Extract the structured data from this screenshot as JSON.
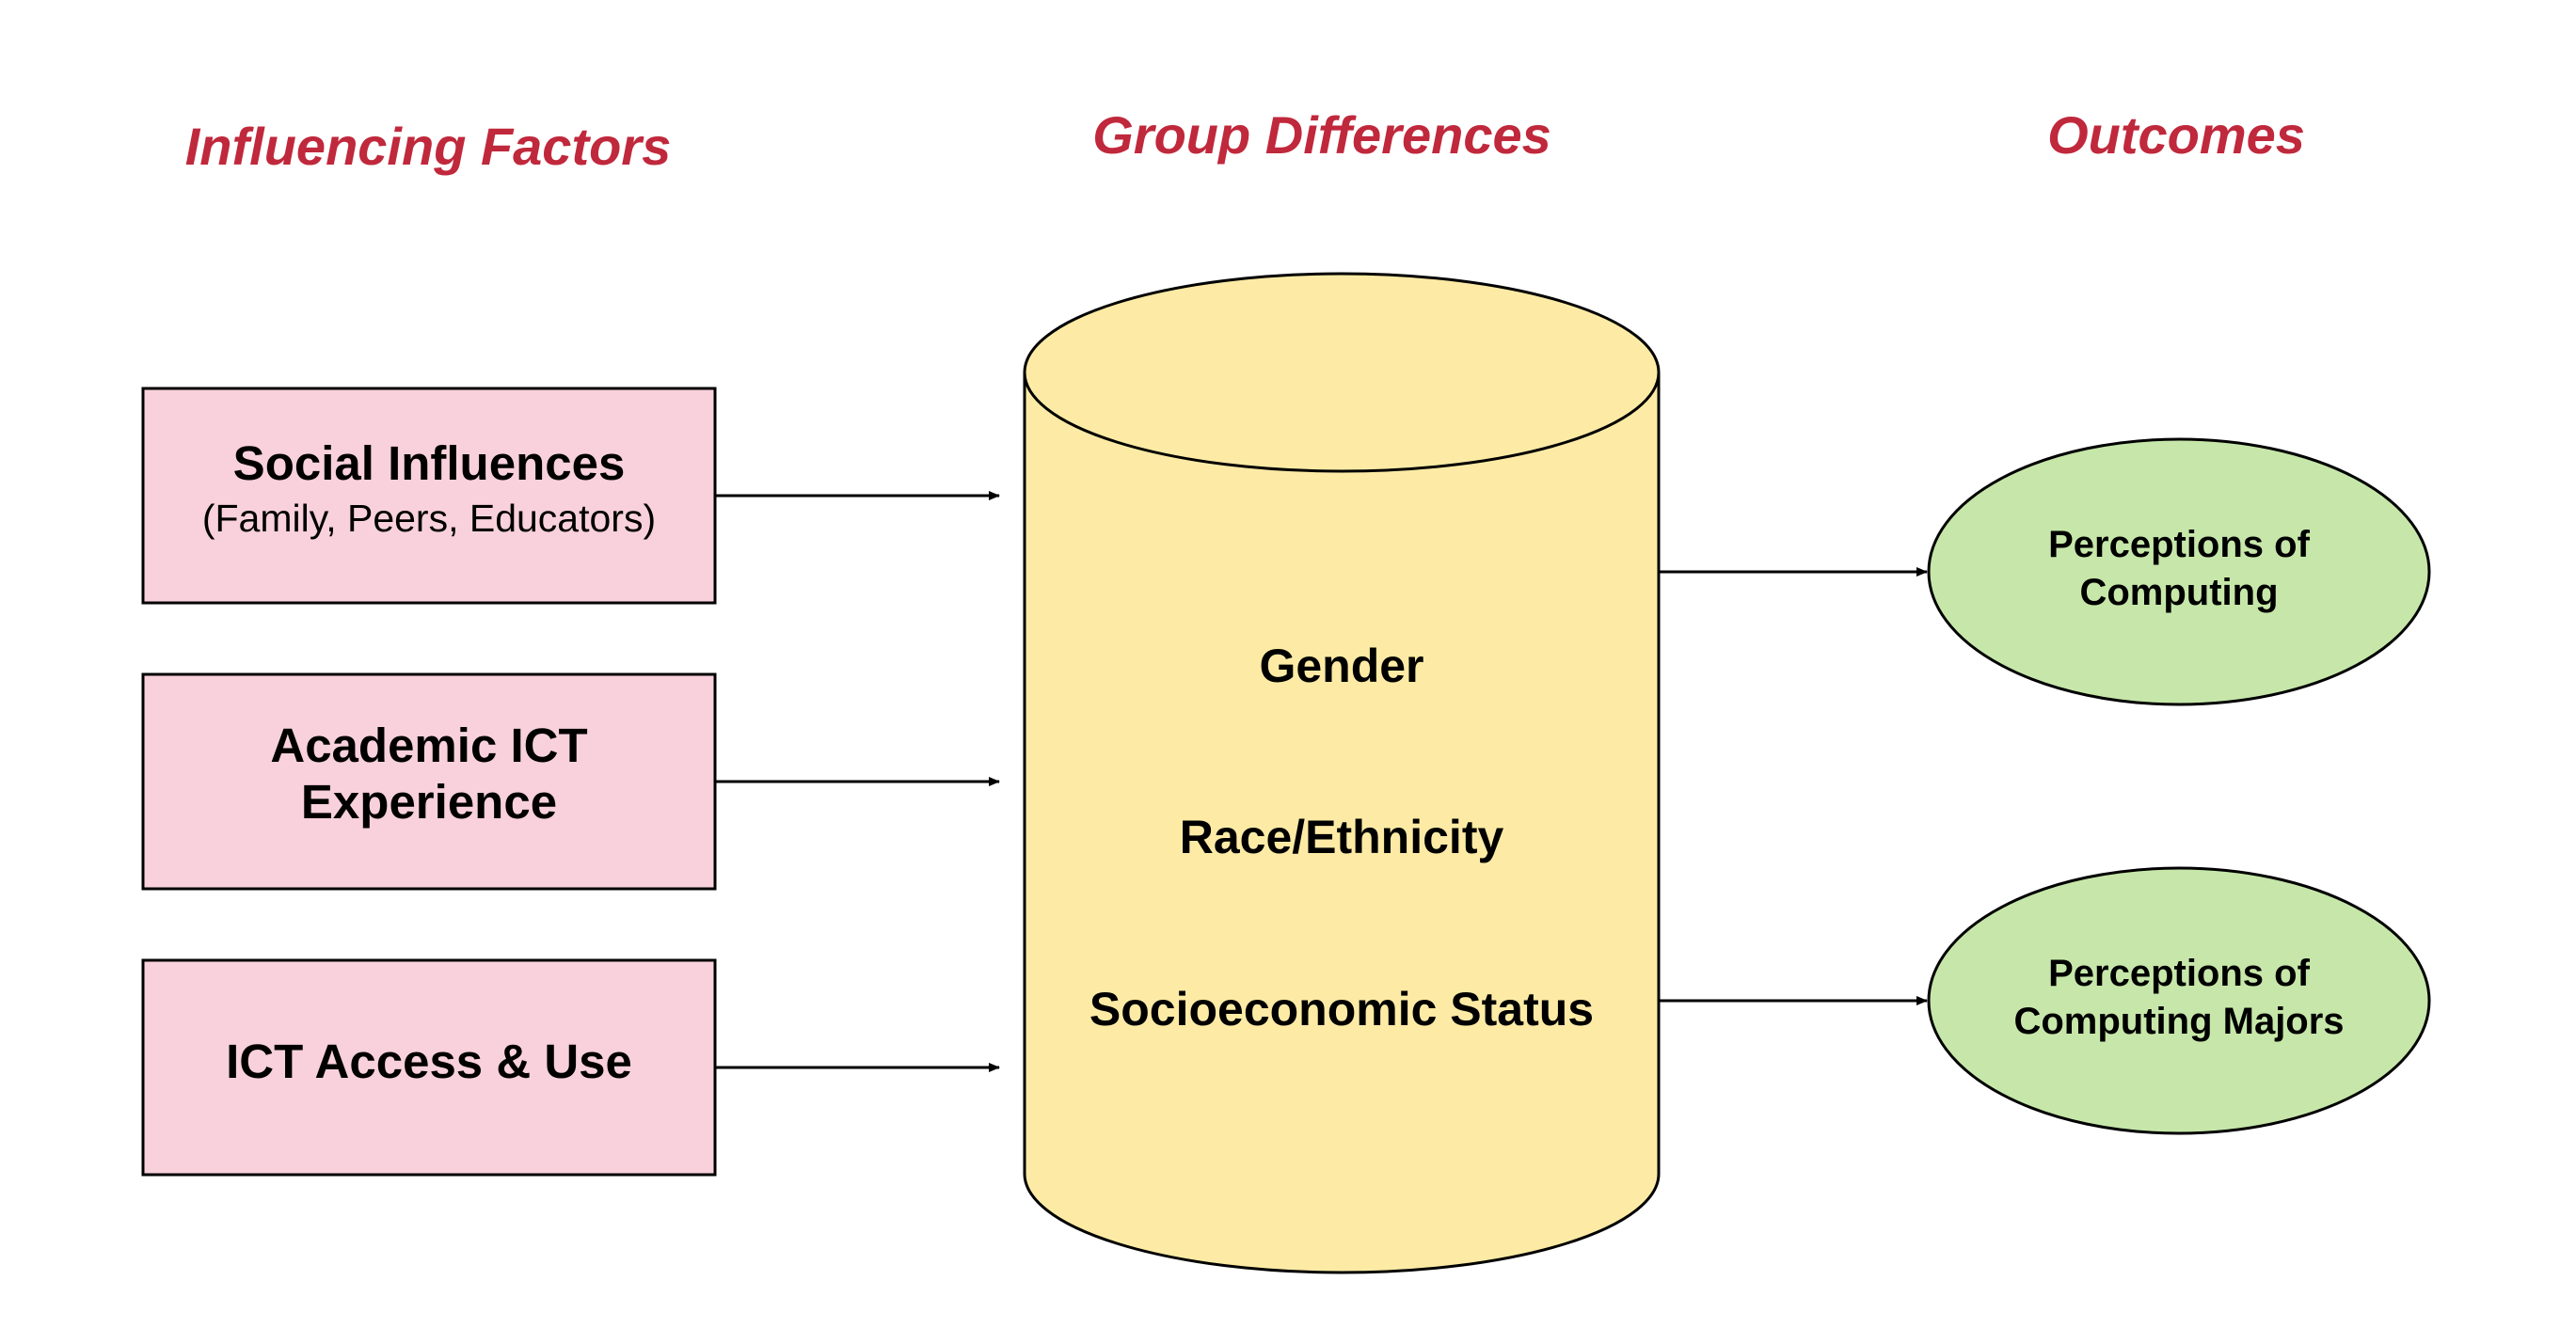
{
  "headings": {
    "factors": "Influencing Factors",
    "groups": "Group Differences",
    "outcomes": "Outcomes"
  },
  "factors": [
    {
      "title": "Social Influences",
      "subtitle": "(Family, Peers, Educators)"
    },
    {
      "title_line1": "Academic ICT",
      "title_line2": "Experience"
    },
    {
      "title": "ICT Access & Use"
    }
  ],
  "groups": [
    "Gender",
    "Race/Ethnicity",
    "Socioeconomic Status"
  ],
  "outcomes": [
    {
      "line1": "Perceptions of",
      "line2": "Computing"
    },
    {
      "line1": "Perceptions of",
      "line2": "Computing Majors"
    }
  ],
  "colors": {
    "heading": "#C0283C",
    "factor_fill": "#F8D1DC",
    "cylinder_fill": "#FDEBA5",
    "outcome_fill": "#C6E7A9",
    "stroke": "#000000"
  }
}
